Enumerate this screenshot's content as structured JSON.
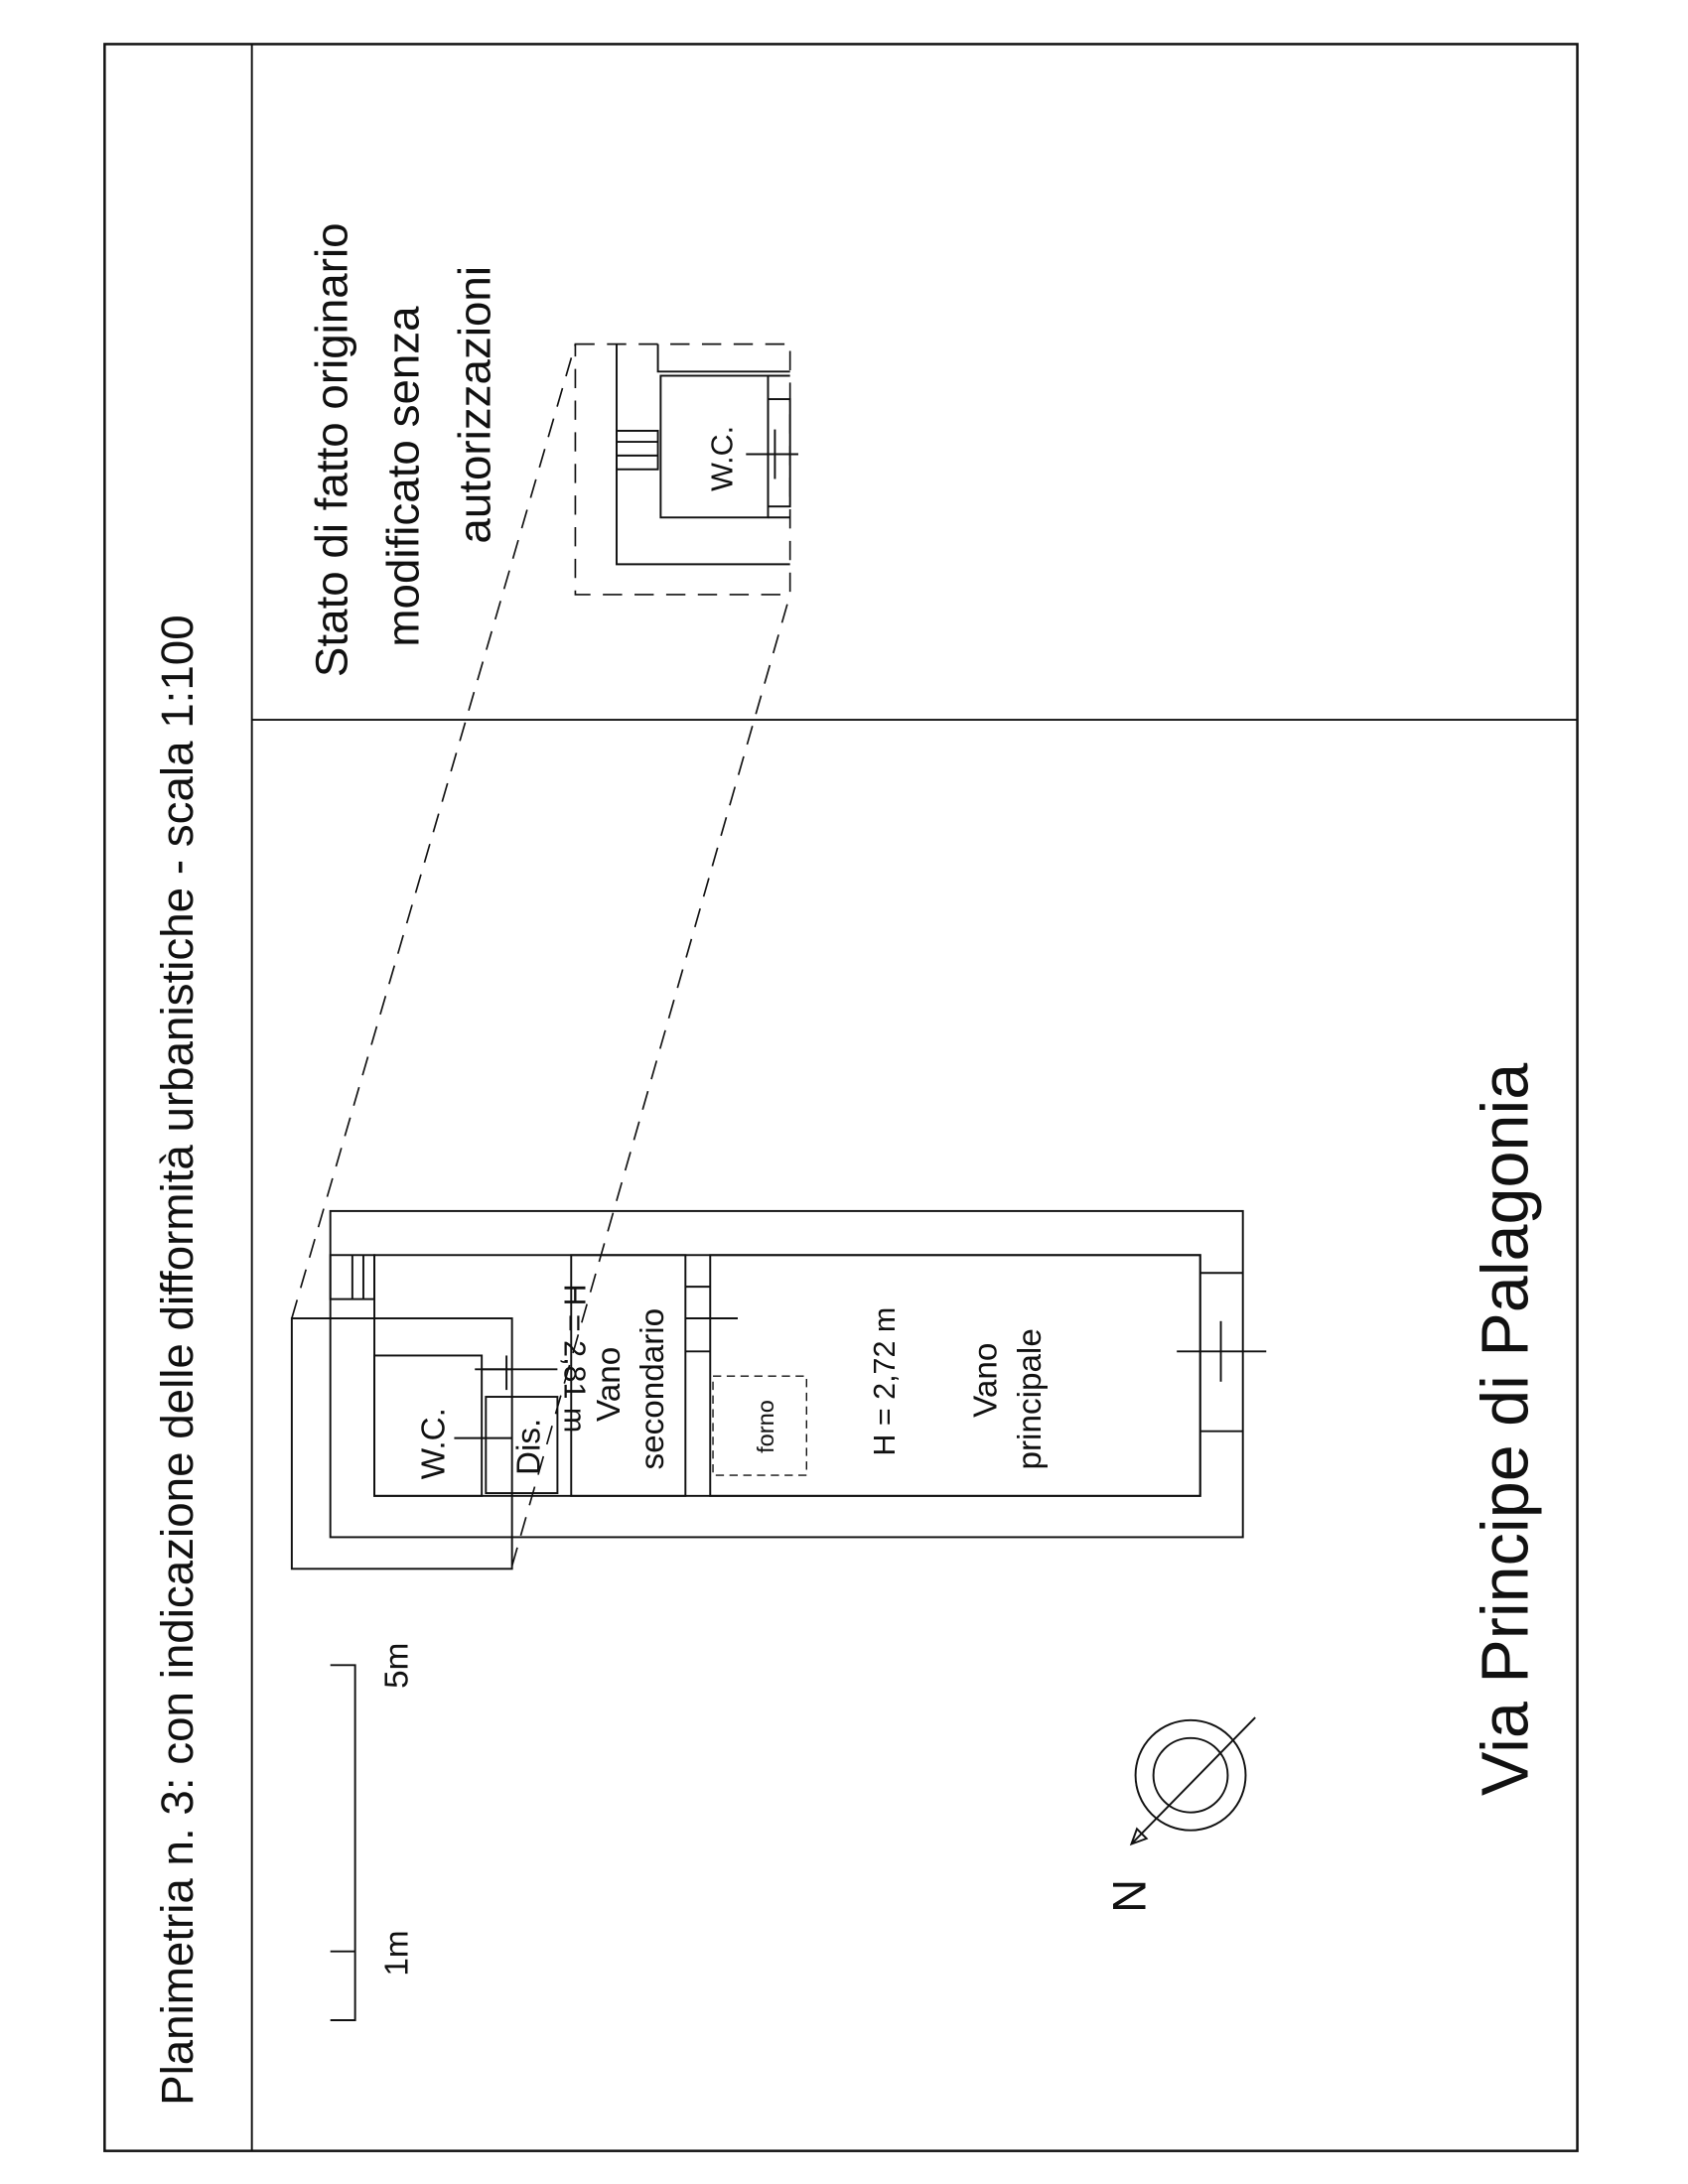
{
  "drawing": {
    "title": "Planimetria n. 3: con indicazione delle difformità urbanistiche - scala 1:100",
    "street": "Via Principe di Palagonia",
    "note_lines": [
      "Stato di fatto originario",
      "modificato senza",
      "autorizzazioni"
    ],
    "inset": {
      "wc_label": "W.C."
    },
    "plan": {
      "wc_label": "W.C.",
      "dis_label": "Dis.",
      "vano_secondario": [
        "Vano",
        "secondario"
      ],
      "vano_principale": [
        "Vano",
        "principale"
      ],
      "height_secondary": "H = 2,81 m",
      "height_principal": "H = 2,72 m",
      "forno_label": "forno"
    },
    "north_label": "N",
    "scale_bar": {
      "label_start": "1m",
      "label_end": "5m"
    }
  }
}
